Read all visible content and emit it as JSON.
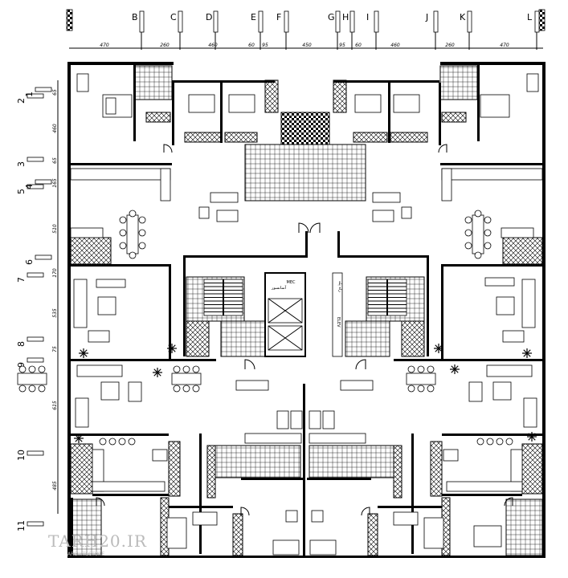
{
  "plan": {
    "column_axes": [
      "B",
      "C",
      "D",
      "E",
      "F",
      "G",
      "H",
      "I",
      "J",
      "K",
      "L"
    ],
    "row_axes": [
      "2",
      "1",
      "3",
      "5",
      "4",
      "6",
      "7",
      "8",
      "9",
      "10",
      "11"
    ],
    "top_dimensions": [
      "470",
      "260",
      "460",
      "60",
      "95",
      "450",
      "95",
      "60",
      "460",
      "260",
      "470"
    ],
    "left_dimensions": [
      "65",
      "460",
      "65",
      "165",
      "510",
      "170",
      "535",
      "75",
      "615",
      "485"
    ],
    "elevator_label": "MEC",
    "elevator_sign_left": "آسانسور",
    "elev_right_label": "ELEV",
    "stair_sign": "راه پله",
    "watermark_text": "TARH20.IR",
    "watermark_sub": "ARCHITECTURE"
  }
}
